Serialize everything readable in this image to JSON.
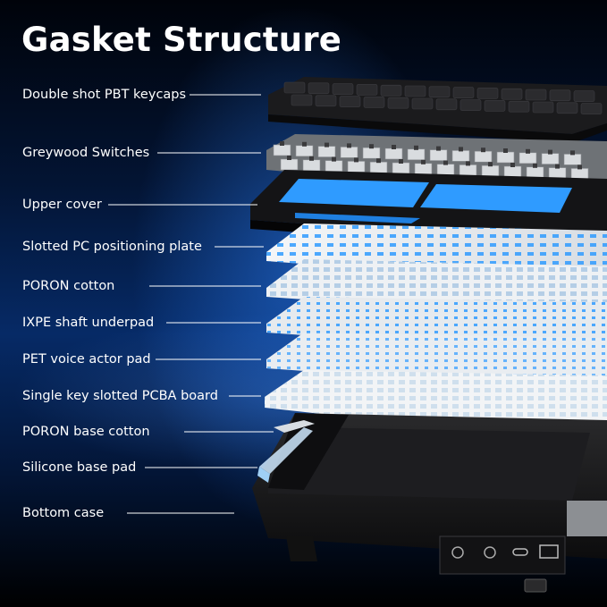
{
  "title": "Gasket Structure",
  "labels": [
    "Double shot PBT keycaps",
    "Greywood Switches",
    "Upper cover",
    "Slotted PC positioning plate",
    "PORON cotton",
    "IXPE shaft underpad",
    "PET voice actor pad",
    "Single key slotted PCBA board",
    "PORON base cotton",
    "Silicone base pad",
    "Bottom case"
  ],
  "colors": {
    "accent_blue": "#2f9bff",
    "background_dark": "#00030a",
    "label_text": "#ffffff"
  },
  "icons": [
    "keycap-layer-icon",
    "switch-layer-icon",
    "upper-cover-icon",
    "positioning-plate-icon",
    "poron-cotton-icon",
    "ixpe-pad-icon",
    "pet-pad-icon",
    "pcba-board-icon",
    "poron-base-icon",
    "silicone-pad-icon",
    "bottom-case-icon",
    "usb-c-port-icon",
    "wireless-receiver-icon"
  ]
}
